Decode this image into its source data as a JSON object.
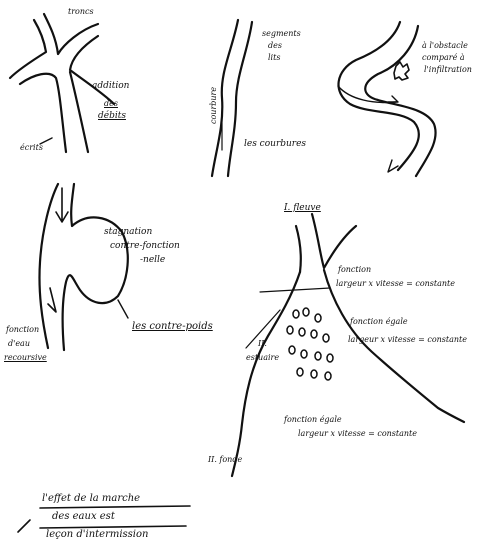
{
  "sketch1": {
    "top_label": "troncs",
    "right_label_1": "addition",
    "right_label_2": "des",
    "right_label_3": "débits",
    "left_label": "écrits"
  },
  "sketch2": {
    "top_label_1": "segments",
    "top_label_2": "des",
    "top_label_3": "lits",
    "vertical_label": "courbure",
    "bottom_label": "les courbures"
  },
  "sketch3": {
    "label_1": "à l'obstacle",
    "label_2": "comparé à",
    "label_3": "l'infiltration"
  },
  "sketch4": {
    "inner_label_1": "stagnation",
    "inner_label_2": "contre-fonction",
    "inner_label_3": "-nelle",
    "left_label_1": "fonction",
    "left_label_2": "d'eau",
    "left_label_3": "recoursive",
    "right_label": "les contre-poids"
  },
  "sketch5": {
    "top_label": "I. fleuve",
    "label_a1": "fonction",
    "label_a2": "largeur x vitesse = constante",
    "label_b1": "fonction égale",
    "label_b2": "largeur x vitesse = constante",
    "left_label_1": "II.",
    "left_label_2": "estuaire",
    "label_c1": "fonction égale",
    "label_c2": "largeur x vitesse = constante",
    "bottom_label": "II. fonde"
  },
  "footer": {
    "line1": "l'effet de la marche",
    "line2": "des eaux est",
    "line3": "leçon d'intermission"
  }
}
